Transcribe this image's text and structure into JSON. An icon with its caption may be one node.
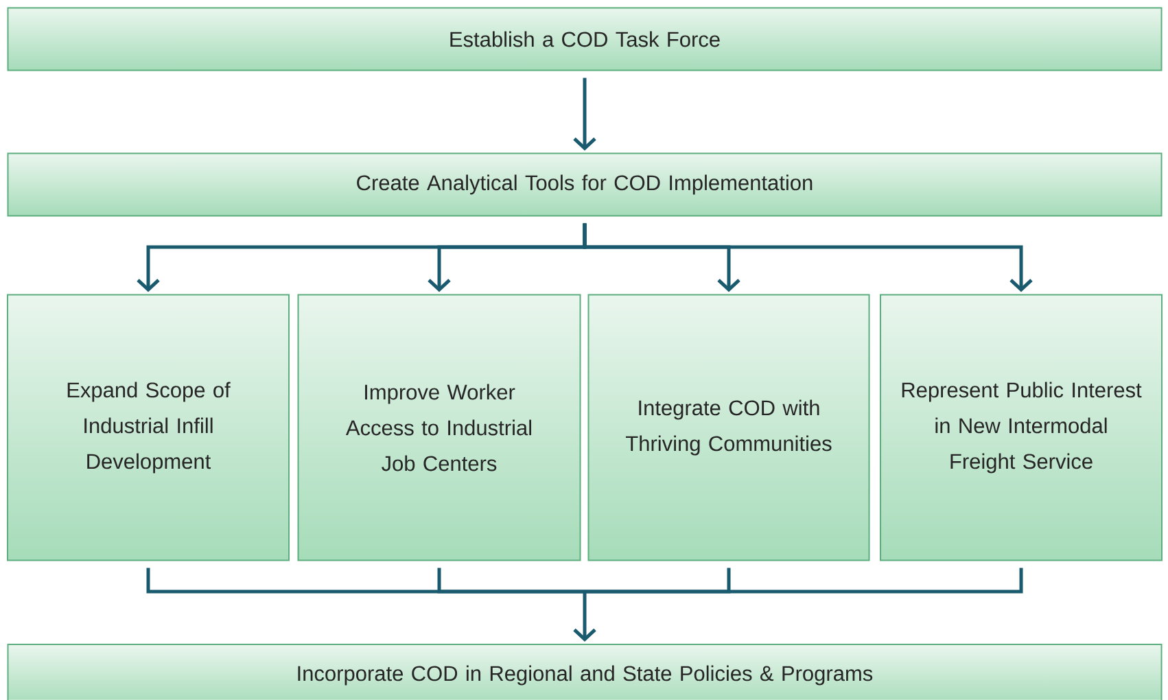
{
  "diagram": {
    "nodes": [
      {
        "text": [
          "Establish a COD Task Force"
        ]
      },
      {
        "text": [
          "Create Analytical Tools for COD Implementation"
        ]
      },
      {
        "text": [
          "Expand Scope of Industrial Infill Development"
        ]
      },
      {
        "text": [
          "Improve Worker Access to Industrial Job Centers"
        ]
      },
      {
        "text": [
          "Integrate COD with Thriving Communities"
        ]
      },
      {
        "text": [
          "Represent Public Interest in New Intermodal Freight Service"
        ]
      },
      {
        "text": [
          "Incorporate COD in Regional and State Policies & Programs"
        ]
      }
    ],
    "edges": [
      {
        "from": 0,
        "to": 1,
        "arrow": "to"
      },
      {
        "from": 1,
        "to": 2,
        "arrow": "to"
      },
      {
        "from": 1,
        "to": 3,
        "arrow": "to"
      },
      {
        "from": 1,
        "to": 4,
        "arrow": "to"
      },
      {
        "from": 1,
        "to": 5,
        "arrow": "to"
      },
      {
        "from": 2,
        "to": 6,
        "arrow": "to"
      },
      {
        "from": 3,
        "to": 6,
        "arrow": "to"
      },
      {
        "from": 4,
        "to": 6,
        "arrow": "to"
      },
      {
        "from": 5,
        "to": 6,
        "arrow": "to"
      }
    ]
  }
}
